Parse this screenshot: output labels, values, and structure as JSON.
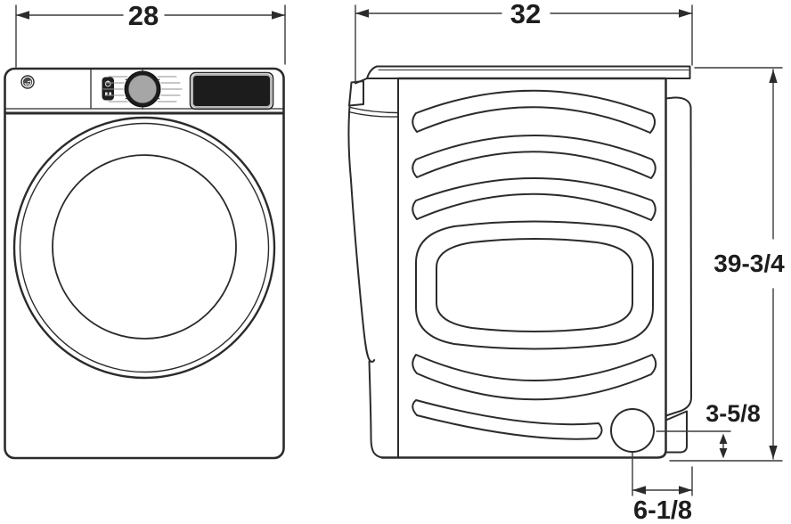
{
  "diagram": {
    "type": "appliance-dimension-drawing",
    "views": {
      "front_view": {
        "name": "washer-front-view",
        "brand_logo_icon": "ge-monogram-logo",
        "controls": [
          "power-button-panel",
          "cycle-selector-knob",
          "display-screen"
        ],
        "door": "round-front-load-door"
      },
      "side_view": {
        "name": "washer-side-view",
        "features": [
          "door-handle",
          "side-panel-ribs",
          "exhaust-port-circle",
          "rear-panel"
        ]
      }
    },
    "dimensions": {
      "width": {
        "label": "28"
      },
      "depth": {
        "label": "32"
      },
      "height": {
        "label": "39-3/4"
      },
      "exhaust_height": {
        "label": "3-5/8"
      },
      "exhaust_offset": {
        "label": "6-1/8"
      }
    },
    "colors": {
      "line": "#2b2b2b",
      "dimension_line": "#3a3a3a",
      "knob_ring": "#1c1c1c",
      "knob_fill": "#a6a6a6",
      "display_fill": "#1c1c1c",
      "display_bezel": "#b5b5b5",
      "background": "#ffffff"
    }
  }
}
